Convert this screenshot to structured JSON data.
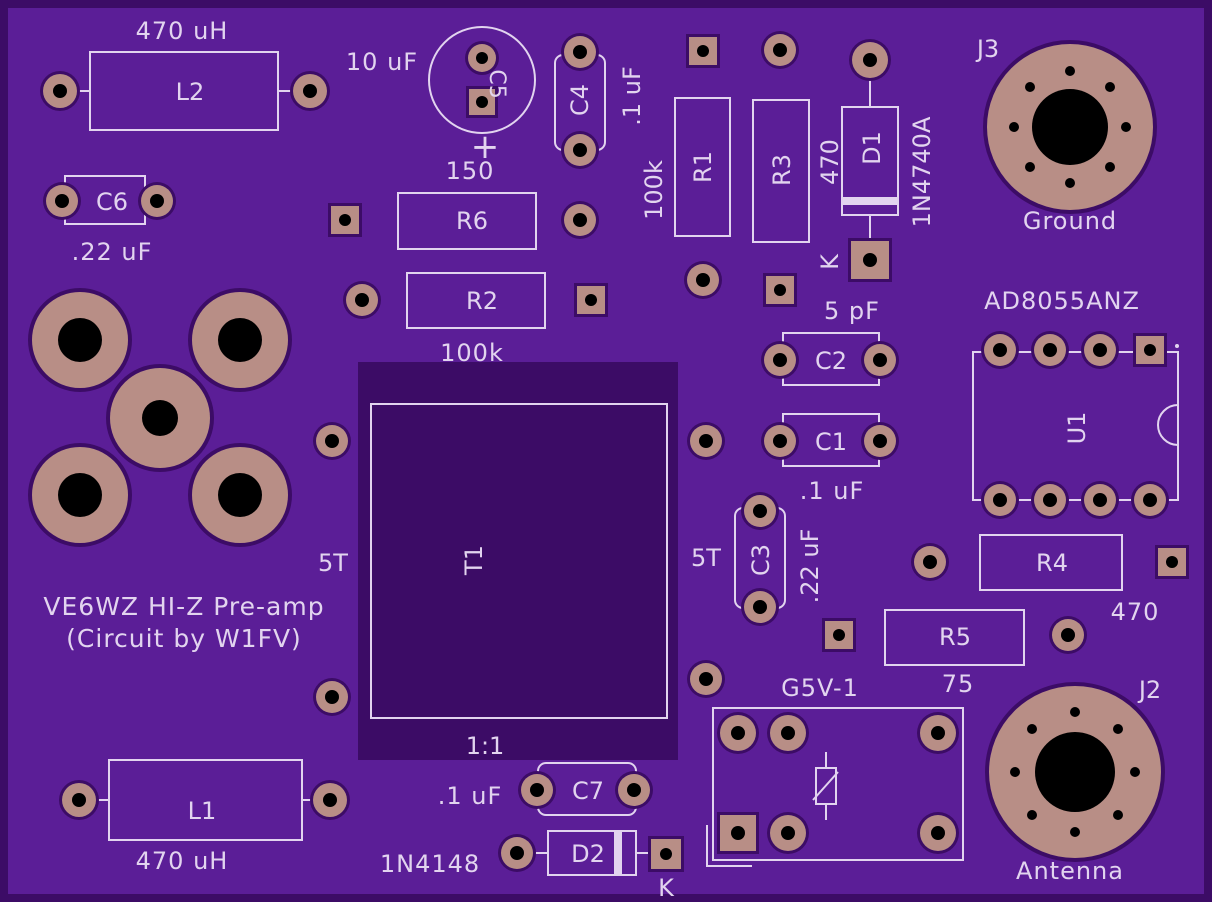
{
  "colors": {
    "board": "#5b1e97",
    "edge": "#3c0c66",
    "pad": "#b88e86",
    "silk": "#e2d4ef",
    "hole": "#000000"
  },
  "board": {
    "title_line1": "VE6WZ HI-Z Pre-amp",
    "title_line2": "(Circuit by W1FV)"
  },
  "components": {
    "L2": {
      "ref": "L2",
      "value": "470 uH"
    },
    "L1": {
      "ref": "L1",
      "value": "470 uH"
    },
    "C5": {
      "value": "10 uF",
      "ref": "C5",
      "polarity": "+"
    },
    "C4": {
      "ref": "C4",
      "value": ".1 uF"
    },
    "C6": {
      "ref": "C6",
      "value": ".22 uF"
    },
    "R1": {
      "ref": "R1",
      "value": "100k"
    },
    "R3": {
      "ref": "R3",
      "value": "470"
    },
    "D1": {
      "ref": "D1",
      "value": "1N4740A",
      "cathode": "K"
    },
    "R6": {
      "ref": "R6",
      "value": "150"
    },
    "R2": {
      "ref": "R2",
      "value": "100k"
    },
    "C2": {
      "ref": "C2",
      "value": "5 pF"
    },
    "C1": {
      "ref": "C1",
      "value": ".1 uF"
    },
    "C3": {
      "ref": "C3",
      "value": ".22 uF"
    },
    "U1": {
      "ref": "U1",
      "value": "AD8055ANZ"
    },
    "R4": {
      "ref": "R4",
      "value": "470"
    },
    "R5": {
      "ref": "R5",
      "value": "75"
    },
    "T1": {
      "ref": "T1",
      "ratio": "1:1",
      "winding_left": "5T",
      "winding_right": "5T"
    },
    "C7": {
      "ref": "C7",
      "value": ".1 uF"
    },
    "D2": {
      "ref": "D2",
      "value": "1N4148",
      "cathode": "K"
    },
    "K1": {
      "value": "G5V-1"
    },
    "J3": {
      "ref": "J3",
      "label": "Ground"
    },
    "J2": {
      "ref": "J2",
      "label": "Antenna"
    }
  }
}
